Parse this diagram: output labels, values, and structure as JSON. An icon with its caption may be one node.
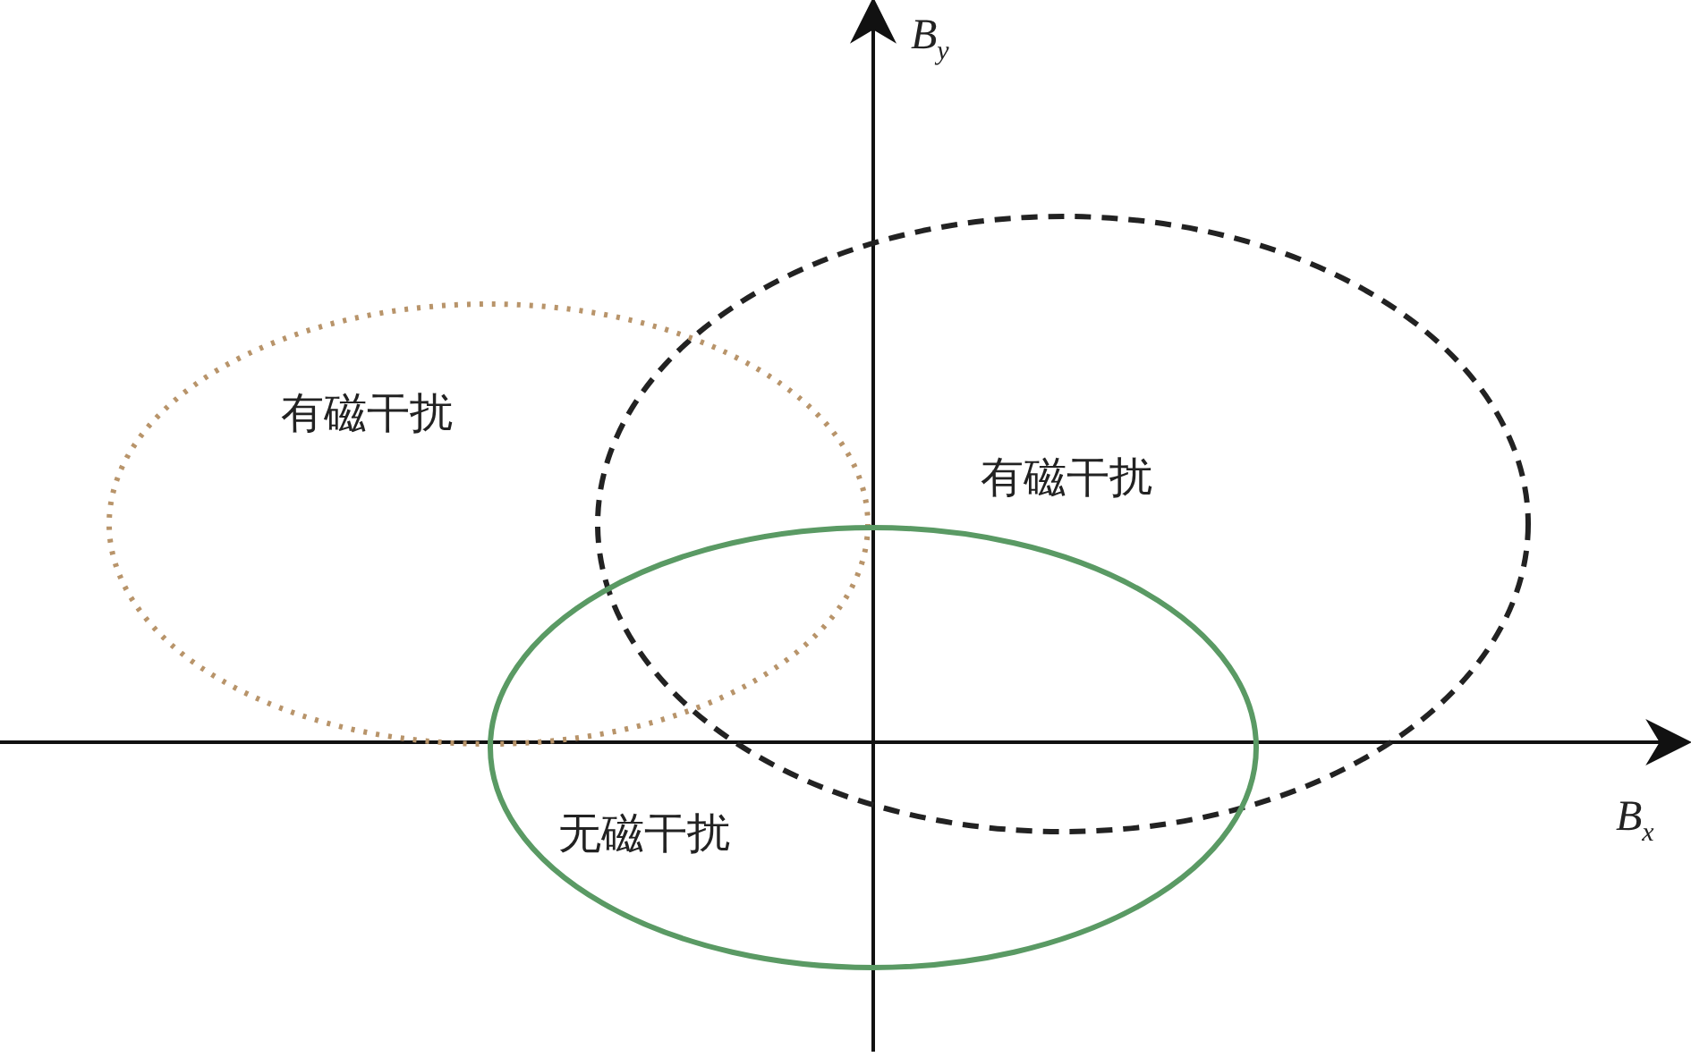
{
  "diagram": {
    "nodes": [
      {
        "text": [
          "有磁干扰"
        ]
      },
      {
        "text": [
          "有磁干扰"
        ]
      },
      {
        "text": [
          "无磁干扰"
        ]
      }
    ],
    "labels": [
      "B$_{y}$",
      "B$_{x}$"
    ]
  }
}
